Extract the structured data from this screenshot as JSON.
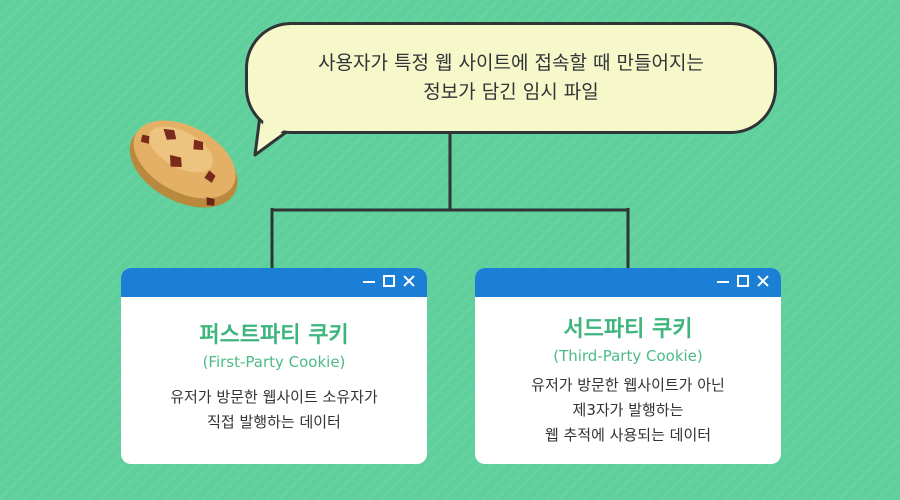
{
  "bubble": {
    "line1": "사용자가 특정 웹 사이트에 접속할 때 만들어지는",
    "line2": "정보가 담긴 임시 파일"
  },
  "cards": [
    {
      "title": "퍼스트파티 쿠키",
      "subtitle": "(First-Party Cookie)",
      "lines": [
        "유저가 방문한 웹사이트 소유자가",
        "직접 발행하는 데이터"
      ]
    },
    {
      "title": "서드파티 쿠키",
      "subtitle": "(Third-Party Cookie)",
      "lines": [
        "유저가 방문한 웹사이트가 아닌",
        "제3자가 발행하는",
        "웹 추적에 사용되는 데이터"
      ]
    }
  ],
  "colors": {
    "background": "#5fcf9b",
    "accent": "#3fb57e",
    "window_bar": "#1c7fd6",
    "bubble": "#f6f8c9"
  }
}
